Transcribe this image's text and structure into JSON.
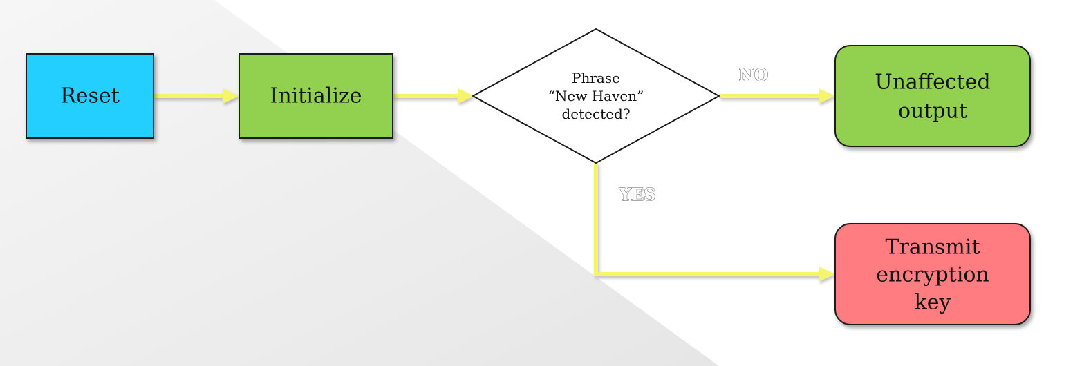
{
  "diagram": {
    "nodes": {
      "reset": {
        "lines": [
          "Reset"
        ],
        "fill": "#21CFFF"
      },
      "initialize": {
        "lines": [
          "Initialize"
        ],
        "fill": "#92D050"
      },
      "decision": {
        "lines": [
          "Phrase",
          "“New Haven”",
          "detected?"
        ],
        "fill": "#FFFFFF"
      },
      "unaffected": {
        "lines": [
          "Unaffected",
          "output"
        ],
        "fill": "#92D050"
      },
      "transmit": {
        "lines": [
          "Transmit",
          "encryption",
          "key"
        ],
        "fill": "#FF7C80"
      }
    },
    "labels": {
      "no": "NO",
      "yes": "YES"
    },
    "colors": {
      "arrow": "#F5F56A",
      "background_band": "#EBEBEB",
      "node_border": "#1A1A1A"
    }
  }
}
